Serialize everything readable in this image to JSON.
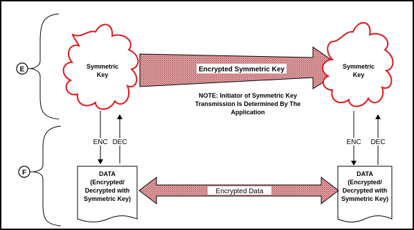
{
  "labels": {
    "marker_e": "E",
    "marker_f": "F",
    "key_left_line1": "Symmetric",
    "key_left_line2": "Key",
    "key_right_line1": "Symmetric",
    "key_right_line2": "Key",
    "top_arrow_label": "Encrypted Symmetric Key",
    "note_line1": "NOTE:  Initiator of Symmetric Key",
    "note_line2": "Transmission Is Determined By The",
    "note_line3": "Application",
    "enc_left": "ENC",
    "dec_left": "DEC",
    "enc_right": "ENC",
    "dec_right": "DEC",
    "data_left_line1": "DATA",
    "data_left_line2": "(Encrypted/",
    "data_left_line3": "Decrypted with",
    "data_left_line4": "Symmetric Key)",
    "data_right_line1": "DATA",
    "data_right_line2": "(Encrypted/",
    "data_right_line3": "Decrypted with",
    "data_right_line4": "Symmetric Key)",
    "bottom_arrow_label": "Encrypted Data"
  },
  "colors": {
    "key_outline": "#e0151b",
    "arrow_fill_base": "#d99a9c",
    "arrow_hatch": "#b5484d",
    "frame": "#000000"
  }
}
